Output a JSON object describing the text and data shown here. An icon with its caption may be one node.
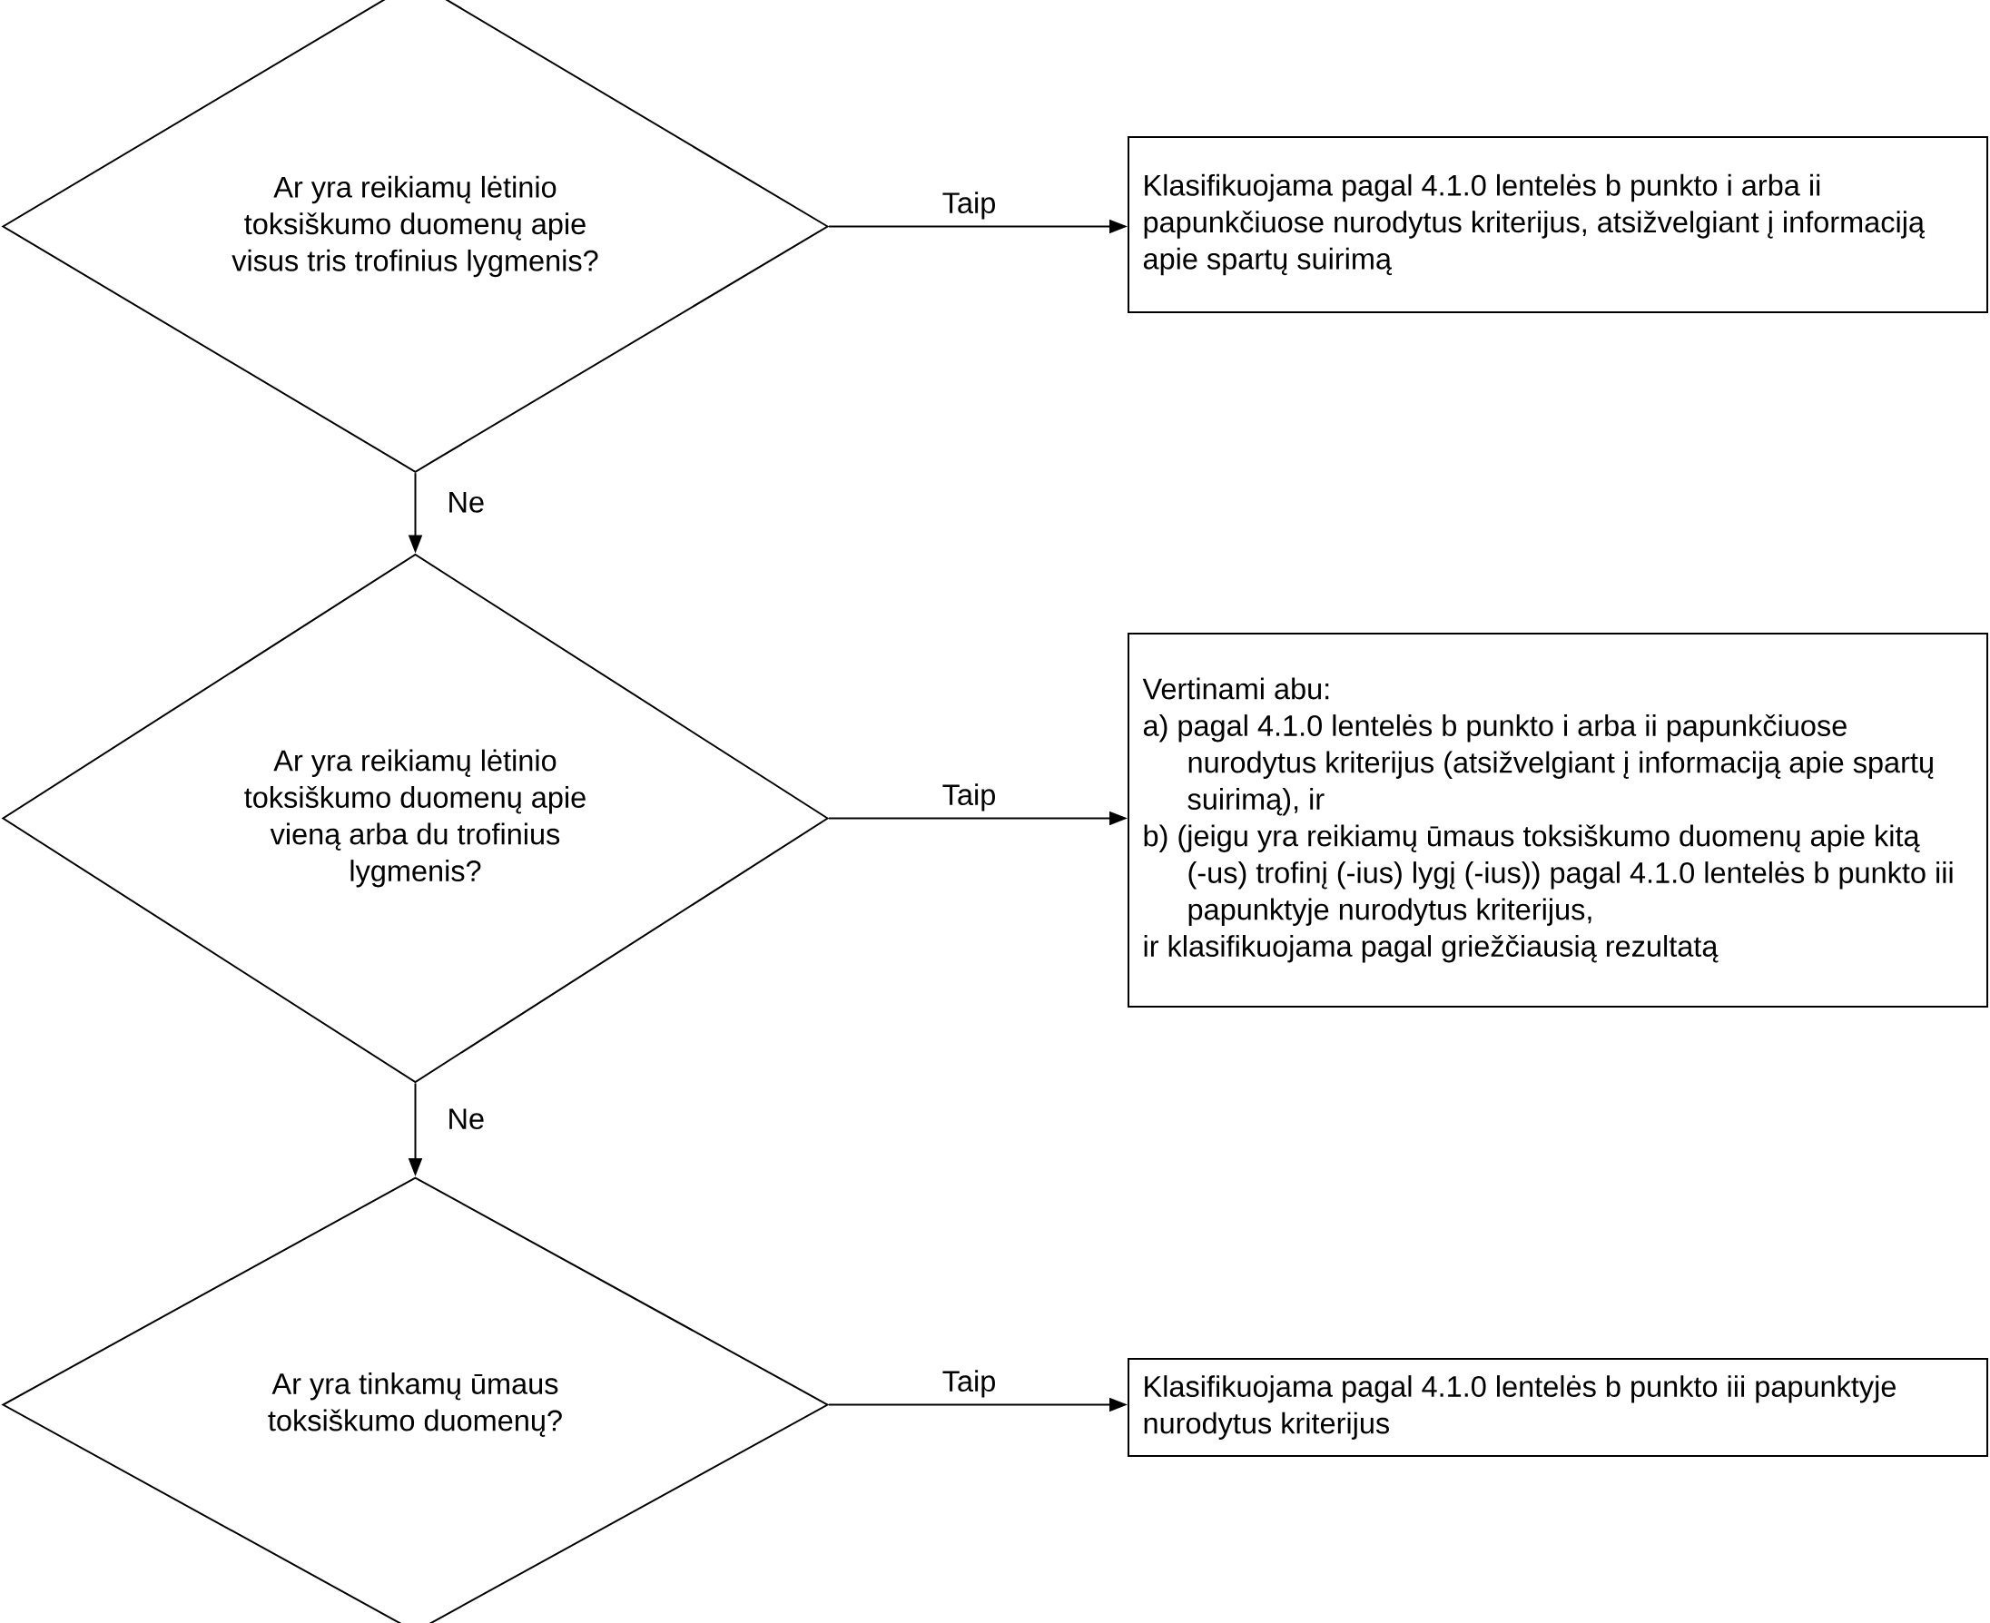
{
  "diagram": {
    "nodes": [
      {
        "text": [
          "Ar yra reikiamų lėtinio toksiškumo duomenų apie visus tris trofinius lygmenis?"
        ]
      },
      {
        "text": [
          "Klasifikuojama pagal 4.1.0 lentelės b punkto i arba ii papunkčiuose nurodytus kriterijus, atsižvelgiant į informaciją apie spartų suirimą"
        ]
      },
      {
        "text": [
          "Ar yra reikiamų lėtinio toksiškumo duomenų apie vieną arba du trofinius lygmenis?"
        ]
      },
      {
        "text": [
          "Vertinami abu:",
          "a) pagal 4.1.0 lentelės b punkto i arba ii papunkčiuose nurodytus kriterijus (atsižvelgiant į informaciją apie spartų suirimą), ir",
          "b) (jeigu yra reikiamų ūmaus toksiškumo duomenų apie kitą (-us) trofinį (-ius) lygį (-ius)) pagal 4.1.0 lentelės b punkto iii papunktyje nurodytus kriterijus,",
          "ir klasifikuojama pagal griežčiausią rezultatą"
        ]
      },
      {
        "text": [
          "Ar yra tinkamų ūmaus toksiškumo duomenų?"
        ]
      },
      {
        "text": [
          "Klasifikuojama pagal 4.1.0 lentelės b punkto iii papunktyje nurodytus kriterijus"
        ]
      }
    ],
    "edges": [
      {
        "from": 0,
        "to": 1,
        "arrow": "to",
        "label": "Taip"
      },
      {
        "from": 0,
        "to": 2,
        "arrow": "to",
        "label": "Ne"
      },
      {
        "from": 2,
        "to": 3,
        "arrow": "to",
        "label": "Taip"
      },
      {
        "from": 2,
        "to": 4,
        "arrow": "to",
        "label": "Ne"
      },
      {
        "from": 4,
        "to": 5,
        "arrow": "to",
        "label": "Taip"
      }
    ]
  }
}
